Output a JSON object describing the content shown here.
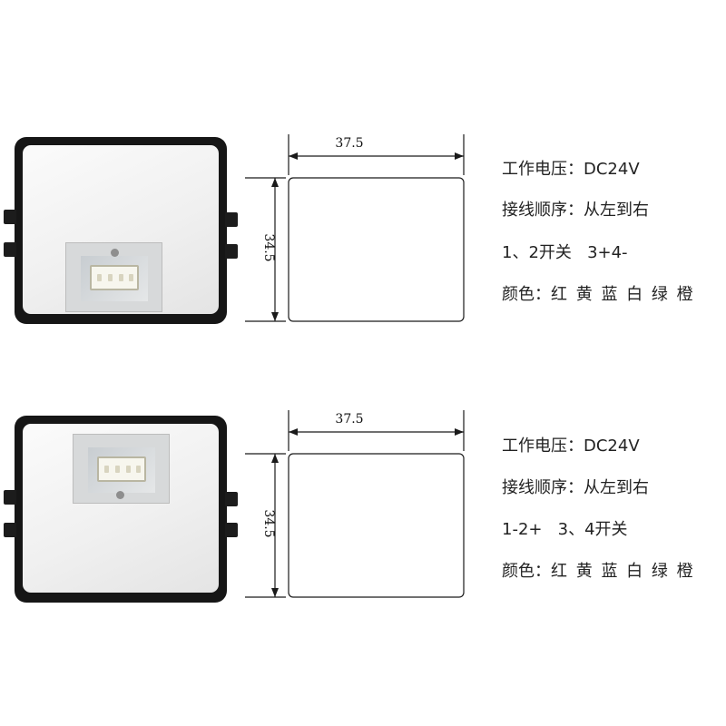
{
  "panels": [
    {
      "dimensions": {
        "width": "37.5",
        "height": "34.5"
      },
      "specs": {
        "voltage_label": "工作电压：",
        "voltage_value": "DC24V",
        "wiring_label": "接线顺序：",
        "wiring_value": "从左到右",
        "pinout": "1、2开关   3+4-",
        "color_label": "颜色：",
        "colors": "红 黄 蓝 白 绿 橙"
      }
    },
    {
      "dimensions": {
        "width": "37.5",
        "height": "34.5"
      },
      "specs": {
        "voltage_label": "工作电压：",
        "voltage_value": "DC24V",
        "wiring_label": "接线顺序：",
        "wiring_value": "从左到右",
        "pinout": "1-2+   3、4开关",
        "color_label": "颜色：",
        "colors": "红 黄 蓝 白 绿 橙"
      }
    }
  ],
  "colors": {
    "frame": "#161616",
    "face": "#f5f5f5",
    "connector": "#d7d9da",
    "line": "#1a1a1a"
  }
}
